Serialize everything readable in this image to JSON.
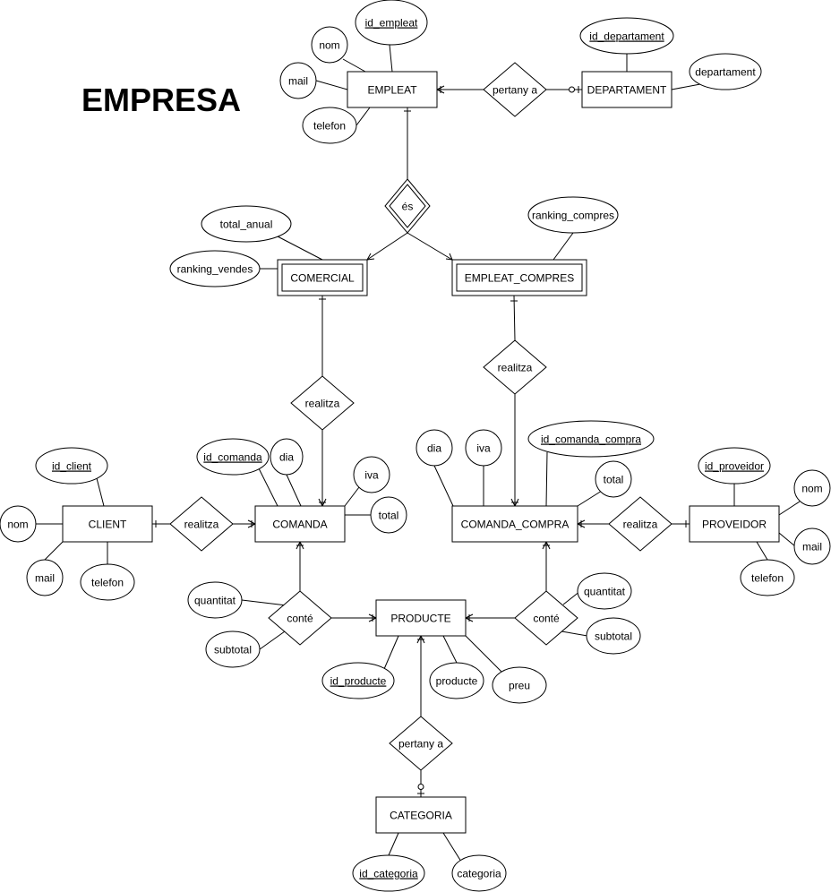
{
  "diagram": {
    "title": "EMPRESA",
    "entities": {
      "empleat": "EMPLEAT",
      "departament": "DEPARTAMENT",
      "comercial": "COMERCIAL",
      "empleat_compres": "EMPLEAT_COMPRES",
      "client": "CLIENT",
      "comanda": "COMANDA",
      "comanda_compra": "COMANDA_COMPRA",
      "proveidor": "PROVEIDOR",
      "producte": "PRODUCTE",
      "categoria": "CATEGORIA"
    },
    "relationships": {
      "pertany_dep": "pertany a",
      "es": "és",
      "realitza_comercial": "realitza",
      "realitza_compres": "realitza",
      "realitza_client": "realitza",
      "realitza_proveidor": "realitza",
      "conte_comanda": "conté",
      "conte_compra": "conté",
      "pertany_cat": "pertany a"
    },
    "attributes": {
      "empleat_id": "id_empleat",
      "empleat_nom": "nom",
      "empleat_mail": "mail",
      "empleat_telefon": "telefon",
      "dep_id": "id_departament",
      "dep_nom": "departament",
      "comercial_total": "total_anual",
      "comercial_ranking": "ranking_vendes",
      "compres_ranking": "ranking_compres",
      "client_id": "id_client",
      "client_nom": "nom",
      "client_mail": "mail",
      "client_telefon": "telefon",
      "comanda_id": "id_comanda",
      "comanda_dia": "dia",
      "comanda_iva": "iva",
      "comanda_total": "total",
      "cc_dia": "dia",
      "cc_iva": "iva",
      "cc_id": "id_comanda_compra",
      "cc_total": "total",
      "prov_id": "id_proveidor",
      "prov_nom": "nom",
      "prov_mail": "mail",
      "prov_telefon": "telefon",
      "conte1_quantitat": "quantitat",
      "conte1_subtotal": "subtotal",
      "conte2_quantitat": "quantitat",
      "conte2_subtotal": "subtotal",
      "prod_id": "id_producte",
      "prod_nom": "producte",
      "prod_preu": "preu",
      "cat_id": "id_categoria",
      "cat_nom": "categoria"
    }
  }
}
